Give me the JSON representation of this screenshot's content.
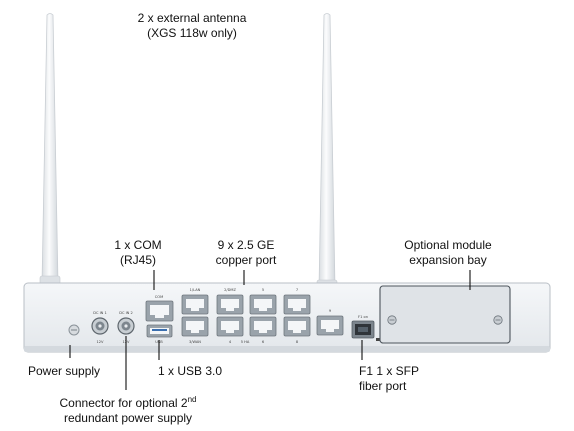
{
  "labels": {
    "antenna_line1": "2 x external antenna",
    "antenna_line2": "(XGS 118w only)",
    "com_line1": "1 x COM",
    "com_line2": "(RJ45)",
    "ge_line1": "9 x 2.5 GE",
    "ge_line2": "copper port",
    "module_line1": "Optional module",
    "module_line2": "expansion bay",
    "power_supply": "Power supply",
    "usb": "1 x USB 3.0",
    "sfp_line1": "F1 1 x SFP",
    "sfp_line2": "fiber port",
    "connector_line1_pre": "Connector for optional 2",
    "connector_line1_sup": "nd",
    "connector_line2": "redundant power supply"
  },
  "panel_text": {
    "dc_in_1": "DC IN 1",
    "dc_in_2": "DC IN 2",
    "volt_1": "12V",
    "volt_2": "12V",
    "com": "COM",
    "usb": "USB",
    "port_1_lan": "1/LAN",
    "port_2_dmz": "2/DMZ",
    "port_3_wan": "3/WAN",
    "port_5": "5",
    "port_6": "6",
    "port_4": "4",
    "port_7": "7",
    "port_8": "8",
    "port_5_ha": "5 HA",
    "port_9": "9",
    "sfp": "F1 on"
  },
  "colors": {
    "chassis": "#eef1f4",
    "chassis_edge": "#b9bfc6",
    "port_body": "#9aa3ab",
    "port_hole": "#f4f6f8",
    "antenna": "#e9ecef",
    "antenna_edge": "#c9ced3"
  }
}
